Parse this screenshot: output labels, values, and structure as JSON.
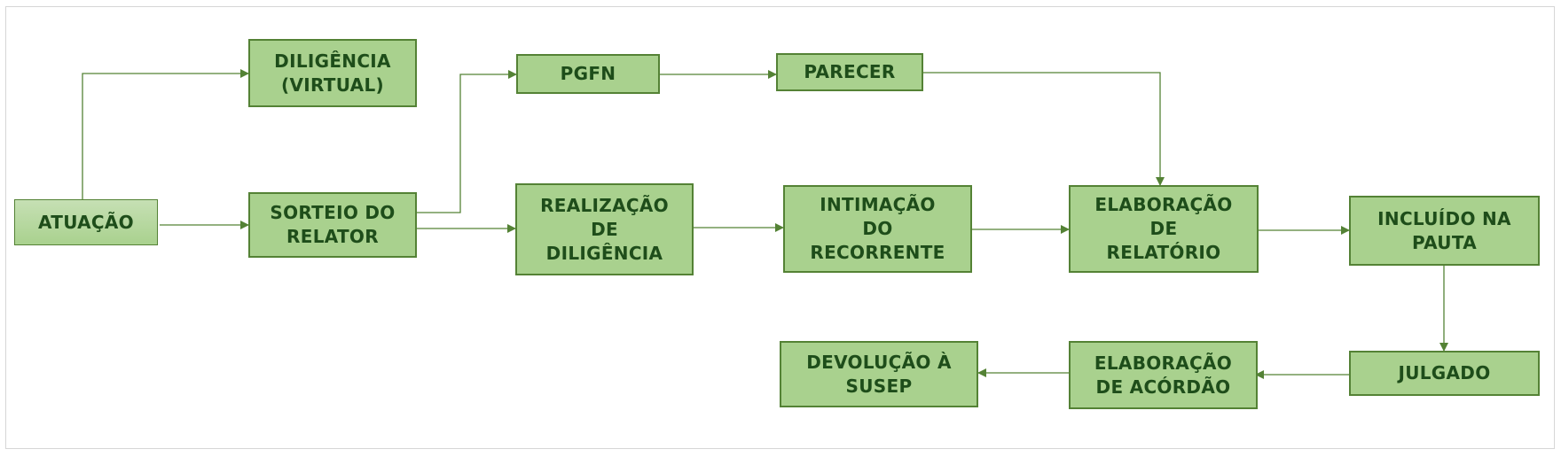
{
  "colors": {
    "node_fill": "#a9d18e",
    "node_border": "#548235",
    "text": "#1e4d1a",
    "edge": "#548235"
  },
  "nodes": {
    "atuacao": "ATUAÇÃO",
    "diligencia_virtual": "DILIGÊNCIA\n(VIRTUAL)",
    "sorteio": "SORTEIO DO\nRELATOR",
    "pgfn": "PGFN",
    "parecer": "PARECER",
    "realizacao": "REALIZAÇÃO\nDE\nDILIGÊNCIA",
    "intimacao": "INTIMAÇÃO\nDO\nRECORRENTE",
    "elab_relatorio": "ELABORAÇÃO\nDE\nRELATÓRIO",
    "incluido": "INCLUÍDO NA\nPAUTA",
    "julgado": "JULGADO",
    "elab_acordao": "ELABORAÇÃO\nDE ACÓRDÃO",
    "devolucao": "DEVOLUÇÃO À\nSUSEP"
  }
}
